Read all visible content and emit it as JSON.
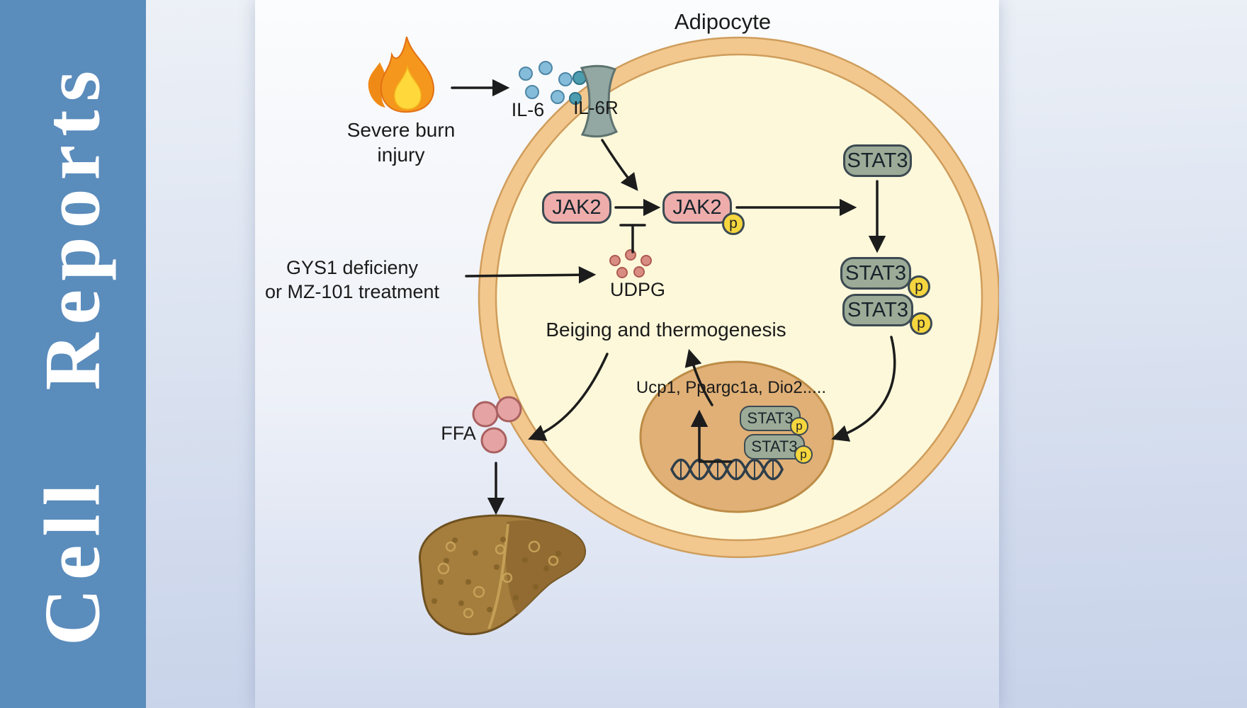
{
  "journal": {
    "title": "Cell Reports"
  },
  "labels": {
    "adipocyte": "Adipocyte",
    "burn_line1": "Severe burn",
    "burn_line2": "injury",
    "il6": "IL-6",
    "il6r": "IL-6R",
    "gys1_line1": "GYS1 deficieny",
    "gys1_line2": "or MZ-101 treatment",
    "udpg": "UDPG",
    "beiging": "Beiging and thermogenesis",
    "genes": "Ucp1, Ppargc1a, Dio2.....",
    "ffa": "FFA"
  },
  "molecules": {
    "jak2": "JAK2",
    "stat3": "STAT3",
    "phospho": "p"
  },
  "icons": {
    "burn": "flame-icon",
    "receptor": "il6-receptor-icon",
    "dna": "dna-helix-icon",
    "liver": "liver-icon"
  },
  "colors": {
    "sidebar": "#5a8cbc",
    "bg_top": "#edf1f7",
    "bg_bottom": "#c7d2e9",
    "panel_top": "#fbfcfd",
    "panel_bottom": "#d2dbee",
    "cell_fill": "#fdf8da",
    "membrane": "#f2c88e",
    "membrane_edge": "#cf9d5c",
    "nucleus": "#e0b077",
    "jak2_fill": "#eeadab",
    "stat3_fill": "#9cab97",
    "p_fill": "#f6d63e",
    "outline": "#3c4a52",
    "arrow": "#1c1c1c",
    "il6_dot": "#85bcd9",
    "il6_dot_dark": "#4d9cb0",
    "udpg_dot": "#d98d82",
    "ffa_fill": "#e5a3a3",
    "liver_main": "#a57d3d",
    "liver_dark": "#8f6a30",
    "flame_outer": "#f5971c",
    "flame_inner": "#ffd83c",
    "receptor": "#93a8a3"
  }
}
